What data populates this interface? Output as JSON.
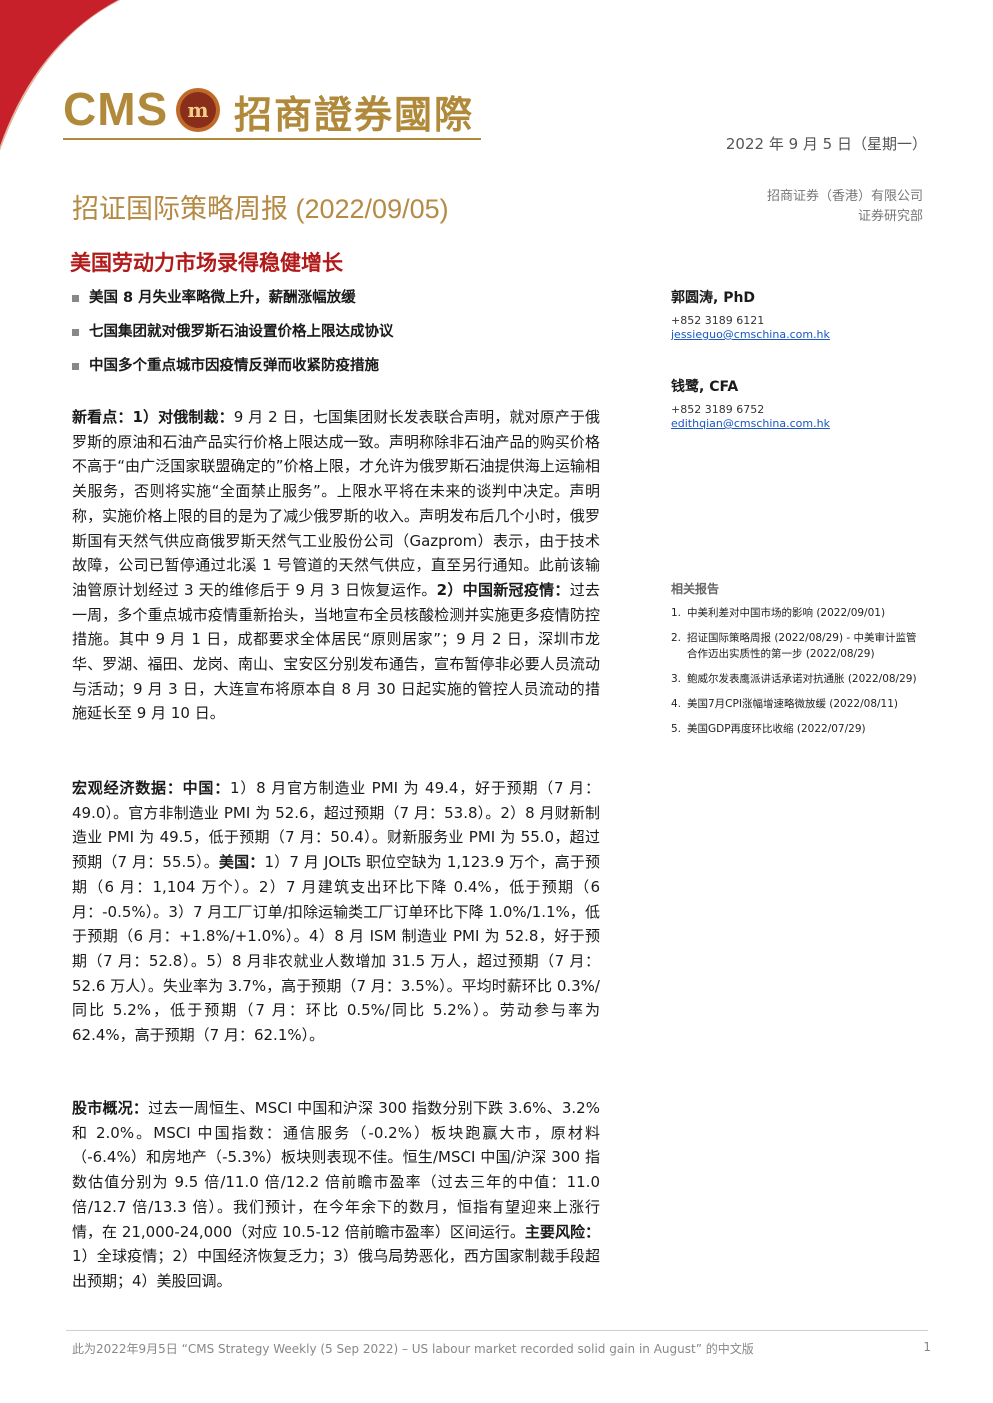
{
  "header": {
    "logo_text": "CMS",
    "logo_cn": "招商證券國際",
    "date": "2022 年 9 月 5 日（星期一）",
    "report_title": "招证国际策略周报 (2022/09/05)",
    "company_line1": "招商证券（香港）有限公司",
    "company_line2": "证券研究部",
    "brand_color": "#b08a3a",
    "accent_color": "#b21a1a"
  },
  "headline": "美国劳动力市场录得稳健增长",
  "bullets": [
    "美国 8 月失业率略微上升，薪酬涨幅放缓",
    "七国集团就对俄罗斯石油设置价格上限达成协议",
    "中国多个重点城市因疫情反弹而收紧防疫措施"
  ],
  "sections": {
    "news": {
      "label": "新看点：1）对俄制裁：",
      "text1": "9 月 2 日，七国集团财长发表联合声明，就对原产于俄罗斯的原油和石油产品实行价格上限达成一致。声明称除非石油产品的购买价格不高于“由广泛国家联盟确定的”价格上限，才允许为俄罗斯石油提供海上运输相关服务，否则将实施“全面禁止服务”。上限水平将在未来的谈判中决定。声明称，实施价格上限的目的是为了减少俄罗斯的收入。声明发布后几个小时，俄罗斯国有天然气供应商俄罗斯天然气工业股份公司（Gazprom）表示，由于技术故障，公司已暂停通过北溪 1 号管道的天然气供应，直至另行通知。此前该输油管原计划经过 3 天的维修后于 9 月 3 日恢复运作。",
      "label2": "2）中国新冠疫情：",
      "text2": "过去一周，多个重点城市疫情重新抬头，当地宣布全员核酸检测并实施更多疫情防控措施。其中 9 月 1 日，成都要求全体居民“原则居家”；9 月 2 日，深圳市龙华、罗湖、福田、龙岗、南山、宝安区分别发布通告，宣布暂停非必要人员流动与活动；9 月 3 日，大连宣布将原本自 8 月 30 日起实施的管控人员流动的措施延长至 9 月 10 日。"
    },
    "macro": {
      "label": "宏观经济数据：中国：",
      "text1": "1）8 月官方制造业 PMI 为 49.4，好于预期（7 月：49.0）。官方非制造业 PMI 为 52.6，超过预期（7 月：53.8）。2）8 月财新制造业 PMI 为 49.5，低于预期（7 月：50.4）。财新服务业 PMI 为 55.0，超过预期（7 月：55.5）。",
      "label2": "美国：",
      "text2": "1）7 月 JOLTs 职位空缺为 1,123.9 万个，高于预期（6 月：1,104 万个）。2）7 月建筑支出环比下降 0.4%，低于预期（6 月：-0.5%）。3）7 月工厂订单/扣除运输类工厂订单环比下降 1.0%/1.1%，低于预期（6 月：+1.8%/+1.0%）。4）8 月 ISM 制造业 PMI 为 52.8，好于预期（7 月：52.8）。5）8 月非农就业人数增加 31.5 万人，超过预期（7 月：52.6 万人）。失业率为 3.7%，高于预期（7 月：3.5%）。平均时薪环比 0.3%/同比 5.2%，低于预期（7 月：环比 0.5%/同比 5.2%）。劳动参与率为 62.4%，高于预期（7 月：62.1%）。"
    },
    "market": {
      "label": "股市概况：",
      "text1": "过去一周恒生、MSCI 中国和沪深 300 指数分别下跌 3.6%、3.2%和 2.0%。MSCI 中国指数：通信服务（-0.2%）板块跑赢大市，原材料（-6.4%）和房地产（-5.3%）板块则表现不佳。恒生/MSCI 中国/沪深 300 指数估值分别为 9.5 倍/11.0 倍/12.2 倍前瞻市盈率（过去三年的中值：11.0 倍/12.7 倍/13.3 倍）。我们预计，在今年余下的数月，恒指有望迎来上涨行情，在 21,000-24,000（对应 10.5-12 倍前瞻市盈率）区间运行。",
      "label2": "主要风险：",
      "text2": "1）全球疫情；2）中国经济恢复乏力；3）俄乌局势恶化，西方国家制裁手段超出预期；4）美股回调。"
    }
  },
  "authors": [
    {
      "name": "郭圆涛, PhD",
      "tel": "+852 3189 6121",
      "email": "jessieguo@cmschina.com.hk"
    },
    {
      "name": "钱鹭, CFA",
      "tel": "+852 3189 6752",
      "email": "edithqian@cmschina.com.hk"
    }
  ],
  "related": {
    "title": "相关报告",
    "items": [
      {
        "num": "1.",
        "text": "中美利差对中国市场的影响 (2022/09/01)"
      },
      {
        "num": "2.",
        "text": "招证国际策略周报 (2022/08/29) - 中美审计监管合作迈出实质性的第一步 (2022/08/29)"
      },
      {
        "num": "3.",
        "text": "鲍威尔发表鹰派讲话承诺对抗通胀 (2022/08/29)"
      },
      {
        "num": "4.",
        "text": "美国7月CPI涨幅增速略微放缓 (2022/08/11)"
      },
      {
        "num": "5.",
        "text": "美国GDP再度环比收缩 (2022/07/29)"
      }
    ]
  },
  "footer": {
    "text": "此为2022年9月5日 “CMS Strategy Weekly (5 Sep 2022) – US labour market recorded solid gain in August” 的中文版",
    "page": "1"
  }
}
